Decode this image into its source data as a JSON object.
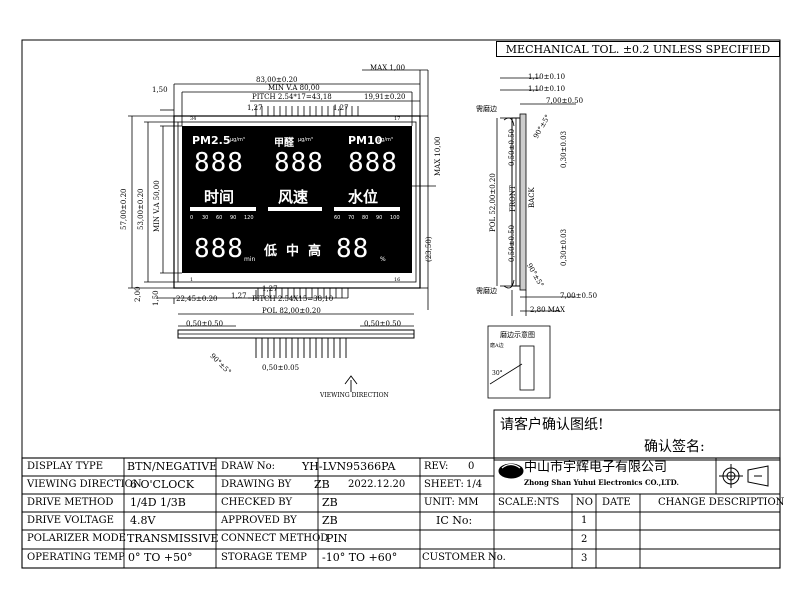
{
  "header": {
    "tolerance": "MECHANICAL TOL. ±0.2 UNLESS SPECIFIED"
  },
  "front_view": {
    "dims": {
      "max_top": "MAX 1,00",
      "width_overall": "83,00±0.20",
      "va_width": "MIN V.A 80,00",
      "pitch_top": "PITCH 2.54*17=43,18",
      "offset_top_right": "19,91±0.20",
      "pin_w_top_a": "1,27",
      "pin_w_top_b": "1,27",
      "left_margin": "1,50",
      "height_overall": "57,00±0.20",
      "height_b": "53,00±0.20",
      "va_height": "MIN V.A 50,00",
      "max_right": "MAX 10,00",
      "pin_len": "(23,50)",
      "bottom_gap": "2,00",
      "bottom_gap_b": "1,50",
      "pin_w_bot_a": "1,27",
      "pin_w_bot_b": "1,27",
      "offset_bottom_left": "22,45±0.20",
      "pitch_bottom": "PITCH 2.54X15=38,10",
      "pol_width": "POL 82,00±0.20",
      "pol_left": "0,50±0.50",
      "pol_right": "0,50±0.50",
      "pin_pitch_small": "0,50±0.05",
      "angle": "90°±5°",
      "viewing_direction": "VIEWING DIRECTION",
      "pin34": "34",
      "pin17": "17",
      "pin1": "1",
      "pin16": "16"
    },
    "lcd": {
      "pm25": "PM2.5",
      "unit1": "μg/m³",
      "formaldehyde": "甲醛",
      "unit2": "μg/m³",
      "pm10": "PM10",
      "unit3": "μg/m³",
      "digits": "888",
      "time": "时间",
      "wind": "风速",
      "water": "水位",
      "scale_left": [
        "0",
        "30",
        "60",
        "90",
        "120"
      ],
      "scale_right": [
        "60",
        "70",
        "80",
        "90",
        "100"
      ],
      "big_left": "888",
      "min": "min",
      "low": "低",
      "mid": "中",
      "high": "高",
      "big_right": "88",
      "pct": "%"
    }
  },
  "side_view": {
    "t1": "1,10±0.10",
    "t2": "1,10±0.10",
    "t3": "7,00±0.50",
    "grind_top": "需磨边",
    "angle_top": "90°±5°",
    "v1": "0,50±0.50",
    "v2": "0,30±0.03",
    "pol": "POL 52,00±0.20",
    "front": "FRONT",
    "back": "BACK",
    "v3": "0,50±0.50",
    "angle_bot": "90°±5°",
    "v4": "0,30±0.03",
    "grind_bot": "需磨边",
    "b1": "7,00±0.50",
    "b2": "2,80 MAX",
    "inset_title": "磨边示意图",
    "inset_sub": "磨A边",
    "inset_angle": "30°"
  },
  "confirm": {
    "prompt": "请客户确认图纸!",
    "sign": "确认签名:"
  },
  "title_block": {
    "display_type_label": "DISPLAY TYPE",
    "display_type": "BTN/NEGATIVE",
    "drawno_label": "DRAW No:",
    "drawno": "YH-LVN95366PA",
    "rev_label": "REV:",
    "rev": "0",
    "viewdir_label": "VIEWING DIRECTION",
    "viewdir": "6 O'CLOCK",
    "drawingby_label": "DRAWING BY",
    "drawingby": "ZB",
    "date": "2022.12.20",
    "sheet_label": "SHEET:",
    "sheet": "1/4",
    "company_cn": "中山市宇辉电子有限公司",
    "company_en": "Zhong Shan Yuhui Electronics CO.,LTD.",
    "drive_label": "DRIVE METHOD",
    "drive": "1/4D  1/3B",
    "checkedby_label": "CHECKED BY",
    "checkedby": "ZB",
    "unit_label": "UNIT: MM",
    "scale_label": "SCALE:NTS",
    "no_header": "NO",
    "date_header": "DATE",
    "change_header": "CHANGE DESCRIPTION",
    "voltage_label": "DRIVE VOLTAGE",
    "voltage": "4.8V",
    "approvedby_label": "APPROVED BY",
    "approvedby": "ZB",
    "ic_label": "IC No:",
    "polarizer_label": "POLARIZER MODE",
    "polarizer": "TRANSMISSIVE",
    "connect_label": "CONNECT METHOD",
    "connect": "PIN",
    "optemp_label": "OPERATING TEMP",
    "optemp": "0°  TO  +50°",
    "sttemp_label": "STORAGE TEMP",
    "sttemp": "-10°  TO  +60°",
    "customer_label": "CUSTOMER No.",
    "rows": [
      "1",
      "2",
      "3"
    ]
  }
}
